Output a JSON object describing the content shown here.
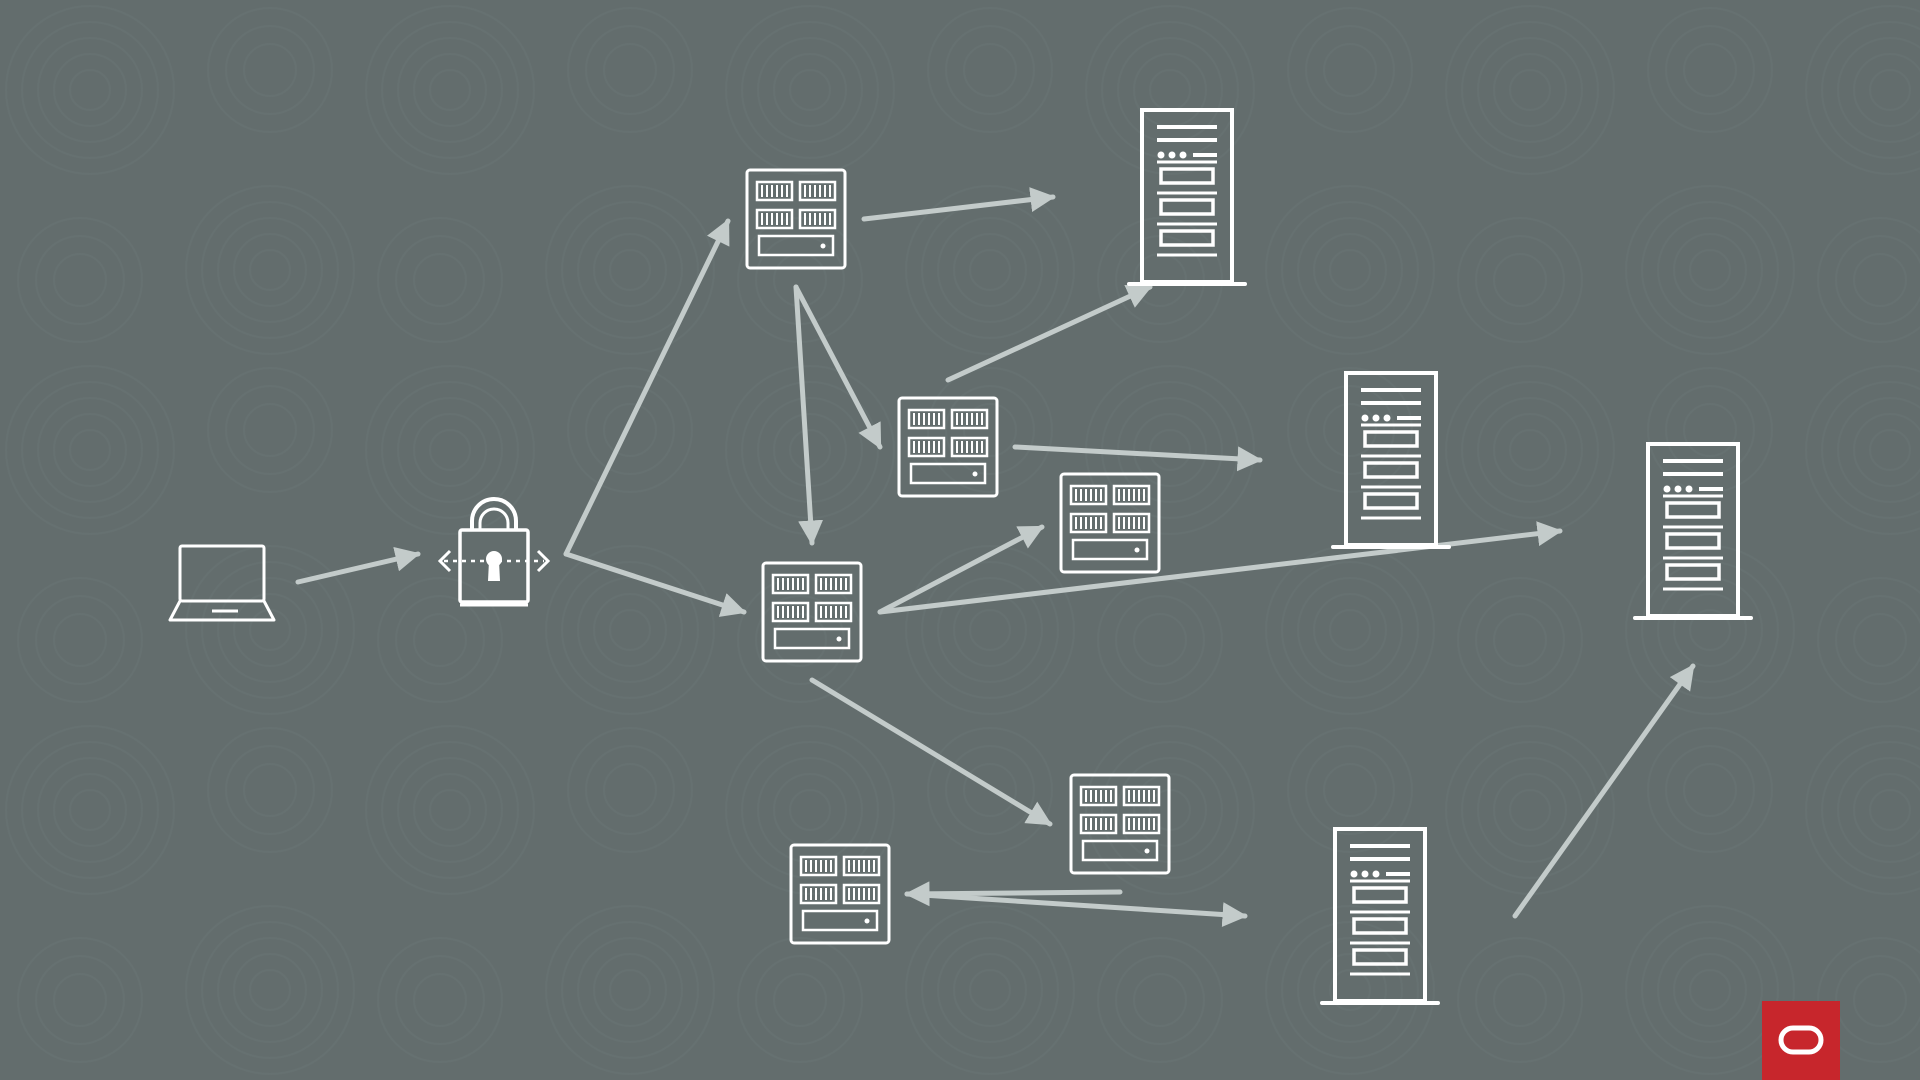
{
  "colors": {
    "background": "#636d6d",
    "background_pattern": "#6b7676",
    "icon_stroke": "#ffffff",
    "arrow": "#c3cbca",
    "brand": "#c7262c",
    "brand_mark": "#ffffff"
  },
  "nodes": [
    {
      "id": "laptop",
      "icon": "laptop-icon"
    },
    {
      "id": "lock",
      "icon": "padlock-icon"
    },
    {
      "id": "storage-top",
      "icon": "storage-array-icon"
    },
    {
      "id": "storage-mid-upper",
      "icon": "storage-array-icon"
    },
    {
      "id": "storage-center",
      "icon": "storage-array-icon"
    },
    {
      "id": "storage-mid-right",
      "icon": "storage-array-icon"
    },
    {
      "id": "storage-lower-right",
      "icon": "storage-array-icon"
    },
    {
      "id": "storage-bottom-left",
      "icon": "storage-array-icon"
    },
    {
      "id": "server-top",
      "icon": "server-tower-icon"
    },
    {
      "id": "server-mid",
      "icon": "server-tower-icon"
    },
    {
      "id": "server-right",
      "icon": "server-tower-icon"
    },
    {
      "id": "server-bottom",
      "icon": "server-tower-icon"
    }
  ],
  "edges": [
    {
      "from": "laptop",
      "to": "lock"
    },
    {
      "from": "lock",
      "to": "storage-top"
    },
    {
      "from": "lock",
      "to": "storage-center"
    },
    {
      "from": "storage-top",
      "to": "server-top"
    },
    {
      "from": "storage-top",
      "to": "storage-mid-upper"
    },
    {
      "from": "storage-top",
      "to": "storage-center"
    },
    {
      "from": "storage-mid-upper",
      "to": "server-top"
    },
    {
      "from": "storage-mid-upper",
      "to": "server-mid"
    },
    {
      "from": "storage-center",
      "to": "storage-mid-right"
    },
    {
      "from": "storage-center",
      "to": "server-right"
    },
    {
      "from": "storage-center",
      "to": "storage-lower-right"
    },
    {
      "from": "storage-lower-right",
      "to": "storage-bottom-left"
    },
    {
      "from": "storage-bottom-left",
      "to": "server-bottom"
    },
    {
      "from": "server-bottom",
      "to": "server-right"
    }
  ],
  "brand": {
    "logo": "oracle-logo-icon"
  }
}
